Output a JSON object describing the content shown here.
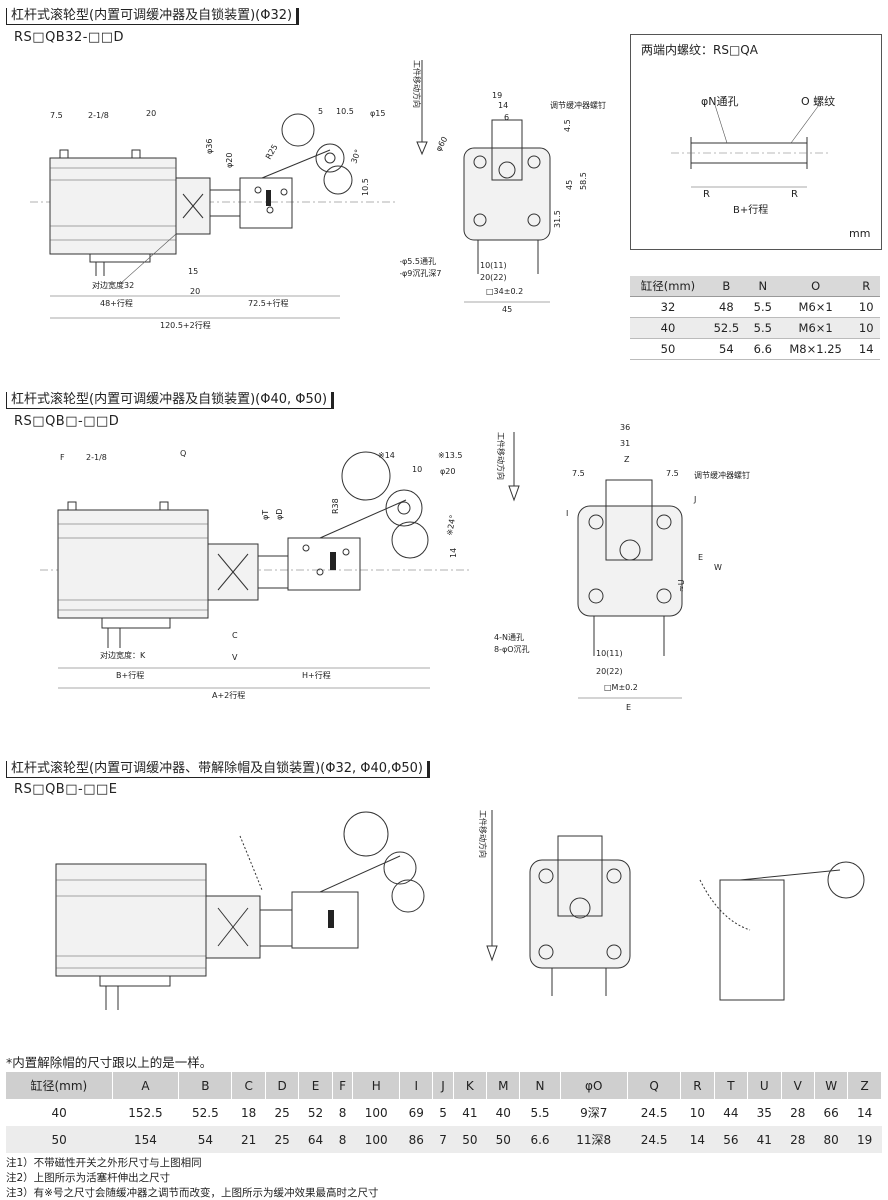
{
  "section1": {
    "title": "杠杆式滚轮型(内置可调缓冲器及自锁装置)(Φ32)",
    "model": "RS□QB32-□□D",
    "dims": {
      "d1": "7.5",
      "d2": "2-1/8",
      "d3": "20",
      "d4": "φ36",
      "d5": "φ20",
      "d6": "5",
      "d7": "10.5",
      "d8": "φ15",
      "d9": "R25",
      "d10": "30°",
      "d11": "10.5",
      "d12": "15",
      "d13": "20",
      "d14": "对边宽度32",
      "d15": "48+行程",
      "d16": "72.5+行程",
      "d17": "120.5+2行程"
    },
    "side": {
      "move_dir": "工件移动方向",
      "w19": "19",
      "w14": "14",
      "w6": "6",
      "buffer_screw": "调节缓冲器螺钉",
      "phi60": "φ60",
      "h45": "4.5",
      "h45b": "45",
      "h58": "58.5",
      "h31": "31.5",
      "hole1": "4-φ5.5通孔",
      "hole2": "8-φ9沉孔深7",
      "b10": "10(11)",
      "b20": "20(22)",
      "b34": "□34±0.2",
      "b45": "45"
    }
  },
  "thread_box": {
    "title": "两端内螺纹：RS□QA",
    "n_label": "φN通孔",
    "o_label": "O 螺纹",
    "r_left": "R",
    "r_right": "R",
    "b_label": "B+行程",
    "unit": "mm"
  },
  "table1": {
    "headers": [
      "缸径(mm)",
      "B",
      "N",
      "O",
      "R"
    ],
    "rows": [
      [
        "32",
        "48",
        "5.5",
        "M6×1",
        "10"
      ],
      [
        "40",
        "52.5",
        "5.5",
        "M6×1",
        "10"
      ],
      [
        "50",
        "54",
        "6.6",
        "M8×1.25",
        "14"
      ]
    ]
  },
  "section2": {
    "title": "杠杆式滚轮型(内置可调缓冲器及自锁装置)(Φ40, Φ50)",
    "model": "RS□QB□-□□D",
    "dims": {
      "f": "F",
      "thread": "2-1/8",
      "q": "Q",
      "s14": "※14",
      "s135": "※13.5",
      "ten": "10",
      "phi20": "φ20",
      "phit": "φT",
      "phid": "φD",
      "r38": "R38",
      "s24": "※24°",
      "fourteen": "14",
      "c": "C",
      "v": "V",
      "k": "对边宽度：K",
      "bstroke": "B+行程",
      "hstroke": "H+行程",
      "astroke": "A+2行程"
    },
    "side": {
      "move_dir": "工件移动方向",
      "w36": "36",
      "w31": "31",
      "z": "Z",
      "l75": "7.5",
      "r75": "7.5",
      "buffer_screw": "调节缓冲器螺钉",
      "i": "I",
      "j": "J",
      "e": "E",
      "w": "W",
      "u": "≈U",
      "hole1": "4-N通孔",
      "hole2": "8-φO沉孔",
      "b10": "10(11)",
      "b20": "20(22)",
      "bm": "□M±0.2",
      "be": "E"
    }
  },
  "section3": {
    "title": "杠杆式滚轮型(内置可调缓冲器、带解除帽及自锁装置)(Φ32, Φ40,Φ50)",
    "model": "RS□QB□-□□E",
    "move_dir": "工件移动方向"
  },
  "table2": {
    "caption": "*内置解除帽的尺寸跟以上的是一样。",
    "headers": [
      "缸径(mm)",
      "A",
      "B",
      "C",
      "D",
      "E",
      "F",
      "H",
      "I",
      "J",
      "K",
      "M",
      "N",
      "φO",
      "Q",
      "R",
      "T",
      "U",
      "V",
      "W",
      "Z"
    ],
    "rows": [
      [
        "40",
        "152.5",
        "52.5",
        "18",
        "25",
        "52",
        "8",
        "100",
        "69",
        "5",
        "41",
        "40",
        "5.5",
        "9深7",
        "24.5",
        "10",
        "44",
        "35",
        "28",
        "66",
        "14"
      ],
      [
        "50",
        "154",
        "54",
        "21",
        "25",
        "64",
        "8",
        "100",
        "86",
        "7",
        "50",
        "50",
        "6.6",
        "11深8",
        "24.5",
        "14",
        "56",
        "41",
        "28",
        "80",
        "19"
      ]
    ]
  },
  "notes": [
    "注1）不带磁性开关之外形尺寸与上图相同",
    "注2）上图所示为活塞杆伸出之尺寸",
    "注3）有※号之尺寸会随缓冲器之调节而改变，上图所示为缓冲效果最高时之尺寸"
  ]
}
